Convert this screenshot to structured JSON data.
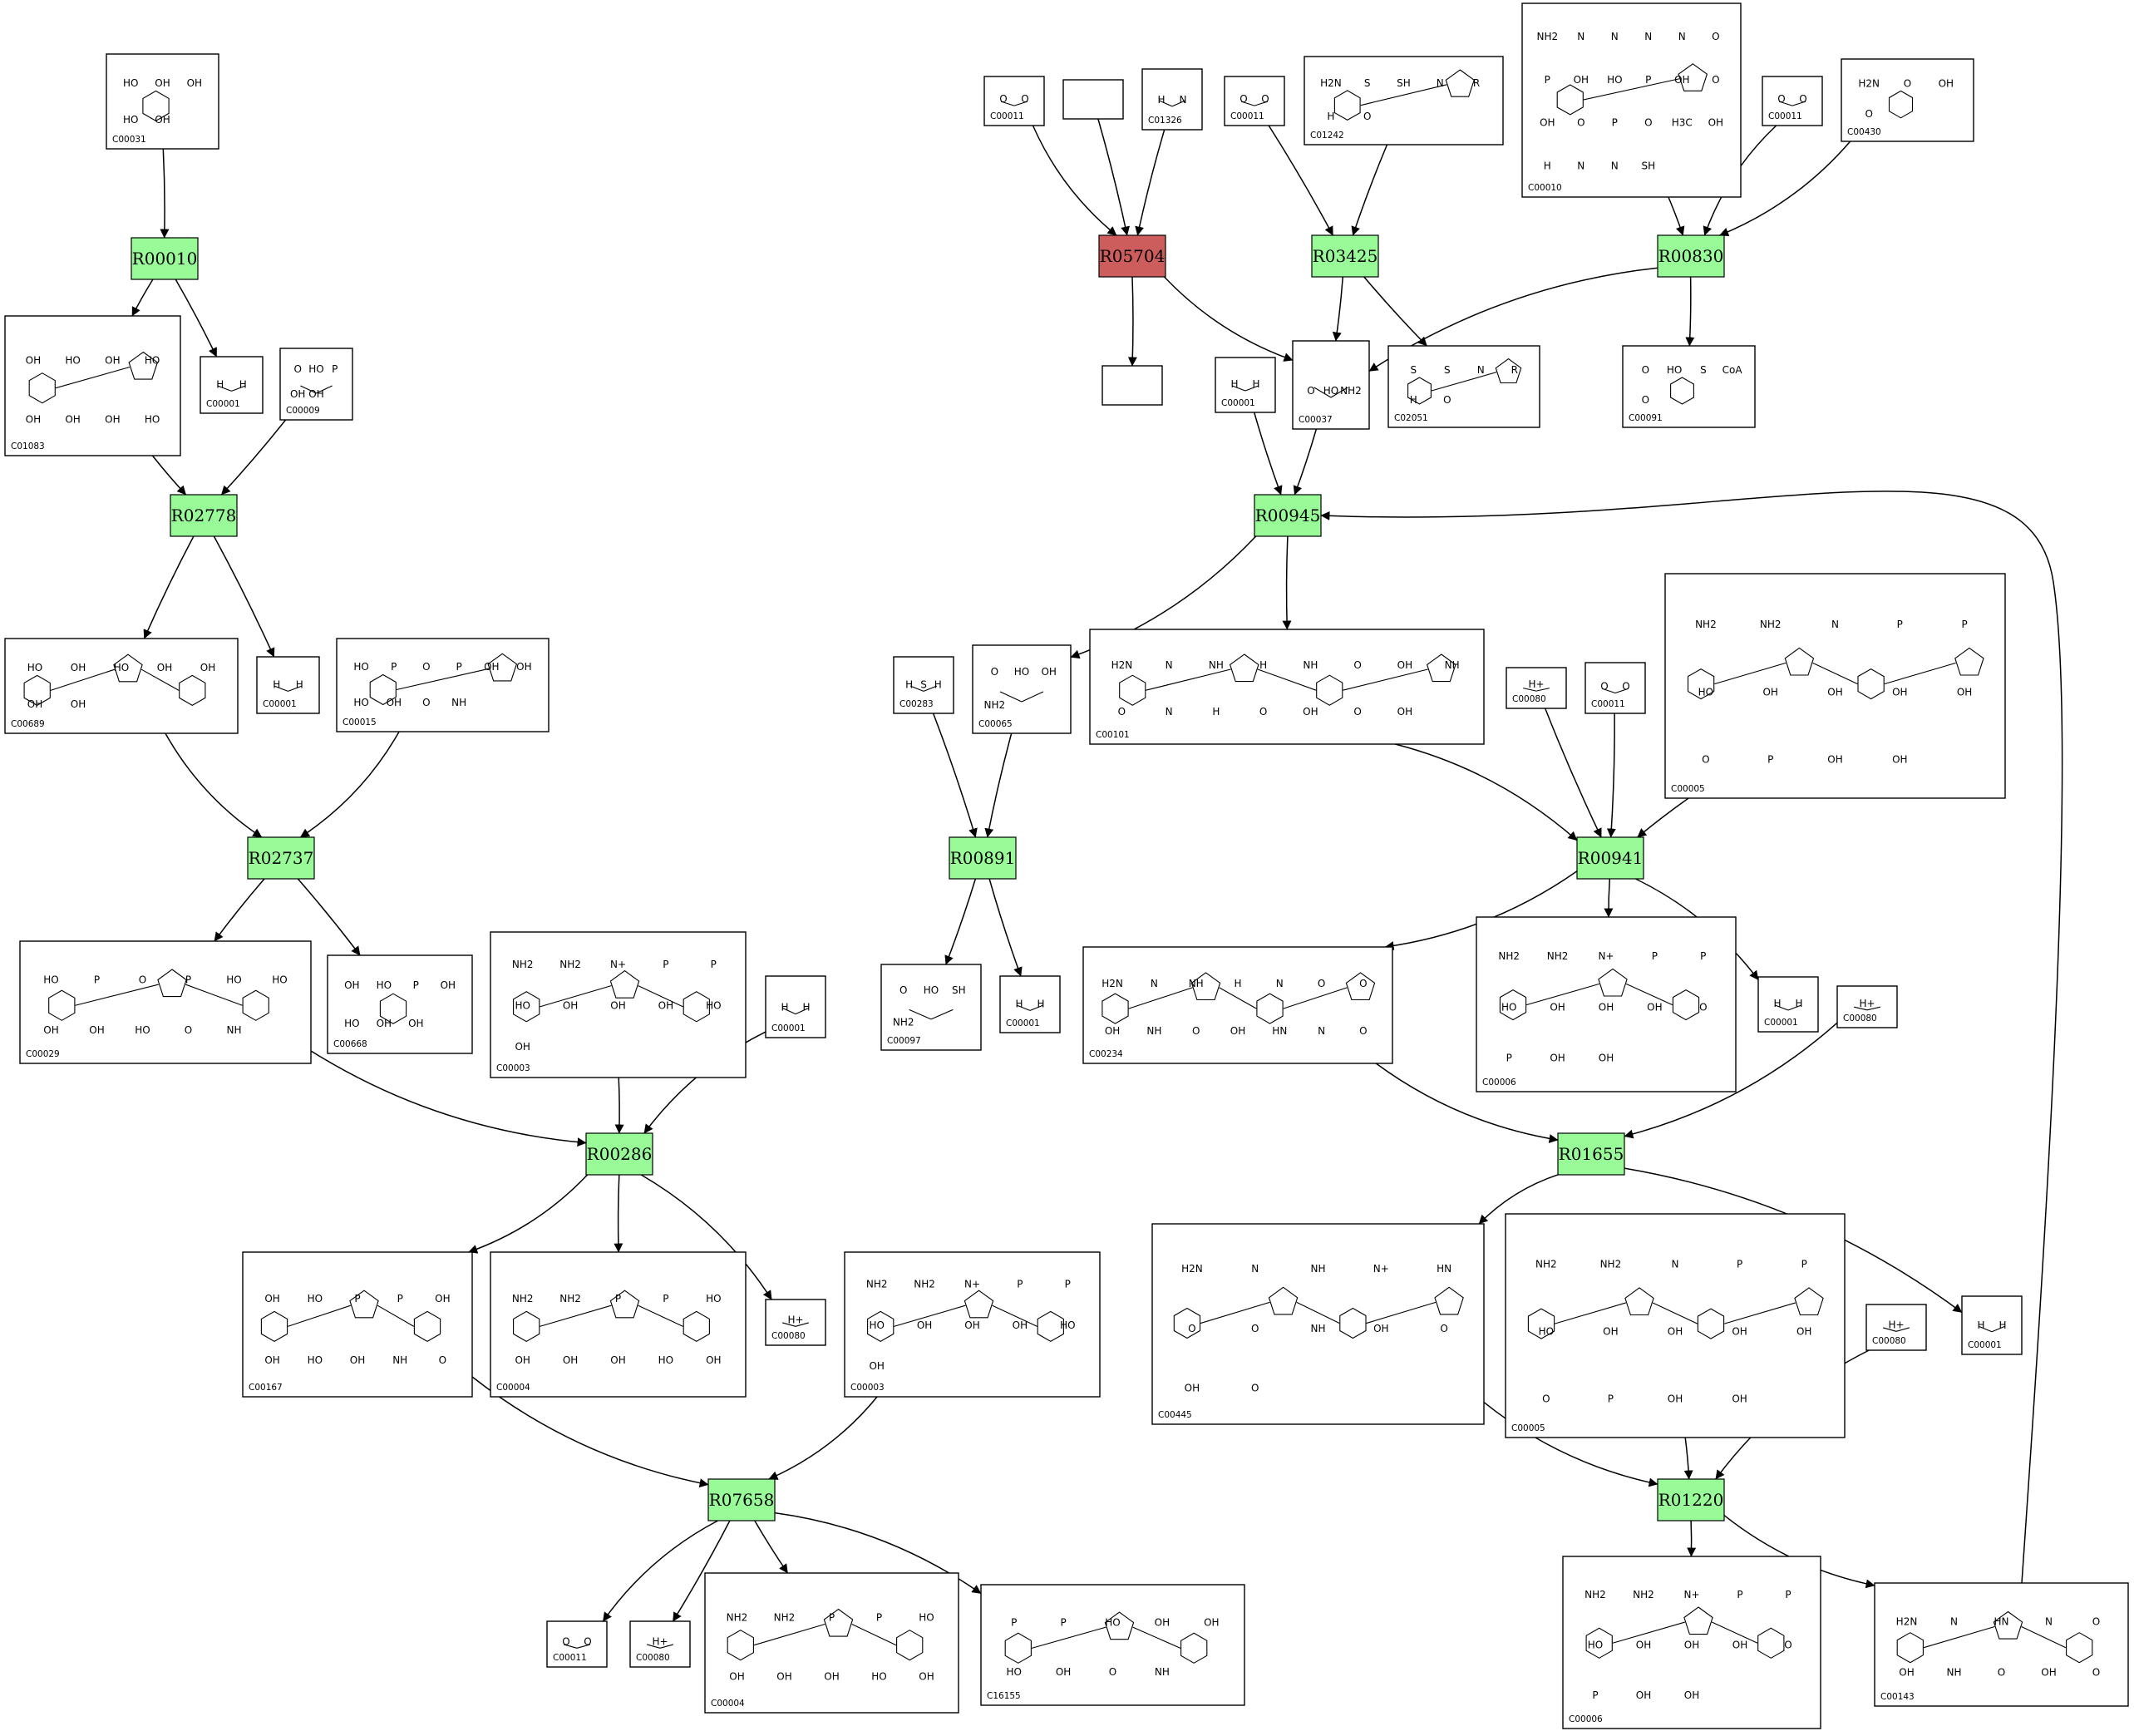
{
  "colors": {
    "reaction_fill": "#98fb98",
    "highlight_fill": "#cd5c5c",
    "edge": "#000000"
  },
  "reactions": [
    {
      "id": "R00010",
      "label": "R00010",
      "highlight": false
    },
    {
      "id": "R02778",
      "label": "R02778",
      "highlight": false
    },
    {
      "id": "R02737",
      "label": "R02737",
      "highlight": false
    },
    {
      "id": "R00286",
      "label": "R00286",
      "highlight": false
    },
    {
      "id": "R07658",
      "label": "R07658",
      "highlight": false
    },
    {
      "id": "R05704",
      "label": "R05704",
      "highlight": true
    },
    {
      "id": "R03425",
      "label": "R03425",
      "highlight": false
    },
    {
      "id": "R00830",
      "label": "R00830",
      "highlight": false
    },
    {
      "id": "R00945",
      "label": "R00945",
      "highlight": false
    },
    {
      "id": "R00891",
      "label": "R00891",
      "highlight": false
    },
    {
      "id": "R00941",
      "label": "R00941",
      "highlight": false
    },
    {
      "id": "R01655",
      "label": "R01655",
      "highlight": false
    },
    {
      "id": "R01220",
      "label": "R01220",
      "highlight": false
    }
  ],
  "compounds": [
    {
      "id": "c_C00031",
      "label": "C00031",
      "frags": [
        "HO",
        "OH",
        "OH",
        "HO",
        "OH"
      ],
      "icon": "glucose-structure"
    },
    {
      "id": "c_C01083",
      "label": "C01083",
      "frags": [
        "OH",
        "HO",
        "OH",
        "HO",
        "OH",
        "OH",
        "OH",
        "HO"
      ],
      "icon": "trehalose-structure"
    },
    {
      "id": "c_C00001a",
      "label": "C00001",
      "frags": [
        "H",
        "H"
      ],
      "icon": "water-structure"
    },
    {
      "id": "c_C00009",
      "label": "C00009",
      "frags": [
        "O",
        "HO",
        "P",
        "OH",
        "OH"
      ],
      "icon": "phosphate-structure"
    },
    {
      "id": "c_C00689",
      "label": "C00689",
      "frags": [
        "HO",
        "OH",
        "HO",
        "OH",
        "OH",
        "OH",
        "OH"
      ],
      "icon": "trehalose-phosphate-structure"
    },
    {
      "id": "c_C00001b",
      "label": "C00001",
      "frags": [
        "H",
        "H"
      ],
      "icon": "water-structure"
    },
    {
      "id": "c_C00015",
      "label": "C00015",
      "frags": [
        "HO",
        "P",
        "O",
        "P",
        "OH",
        "OH",
        "HO",
        "OH",
        "O",
        "NH"
      ],
      "icon": "udp-structure"
    },
    {
      "id": "c_C00029",
      "label": "C00029",
      "frags": [
        "HO",
        "P",
        "O",
        "P",
        "HO",
        "HO",
        "OH",
        "OH",
        "HO",
        "O",
        "NH"
      ],
      "icon": "udp-glucose-structure"
    },
    {
      "id": "c_C00668",
      "label": "C00668",
      "frags": [
        "OH",
        "HO",
        "P",
        "OH",
        "HO",
        "OH",
        "OH"
      ],
      "icon": "glucose-6-phosphate-structure"
    },
    {
      "id": "c_C00003a",
      "label": "C00003",
      "frags": [
        "NH2",
        "NH2",
        "N+",
        "P",
        "P",
        "HO",
        "OH",
        "OH",
        "OH",
        "HO",
        "OH"
      ],
      "icon": "nad-structure"
    },
    {
      "id": "c_C00001c",
      "label": "C00001",
      "frags": [
        "H",
        "H"
      ],
      "icon": "water-structure"
    },
    {
      "id": "c_C00167",
      "label": "C00167",
      "frags": [
        "OH",
        "HO",
        "P",
        "P",
        "OH",
        "OH",
        "HO",
        "OH",
        "NH",
        "O"
      ],
      "icon": "udp-glucuronate-structure"
    },
    {
      "id": "c_C00004a",
      "label": "C00004",
      "frags": [
        "NH2",
        "NH2",
        "P",
        "P",
        "HO",
        "OH",
        "OH",
        "OH",
        "HO",
        "OH"
      ],
      "icon": "nadh-structure"
    },
    {
      "id": "c_C00080a",
      "label": "C00080",
      "frags": [
        "H+"
      ],
      "icon": "proton-structure"
    },
    {
      "id": "c_C00003b",
      "label": "C00003",
      "frags": [
        "NH2",
        "NH2",
        "N+",
        "P",
        "P",
        "HO",
        "OH",
        "OH",
        "OH",
        "HO",
        "OH"
      ],
      "icon": "nad-structure"
    },
    {
      "id": "c_C00011a",
      "label": "C00011",
      "frags": [
        "O",
        "O"
      ],
      "icon": "co2-structure"
    },
    {
      "id": "c_C00080b",
      "label": "C00080",
      "frags": [
        "H+"
      ],
      "icon": "proton-structure"
    },
    {
      "id": "c_C00004b",
      "label": "C00004",
      "frags": [
        "NH2",
        "NH2",
        "P",
        "P",
        "HO",
        "OH",
        "OH",
        "OH",
        "HO",
        "OH"
      ],
      "icon": "nadh-structure"
    },
    {
      "id": "c_C16155",
      "label": "C16155",
      "frags": [
        "P",
        "P",
        "HO",
        "OH",
        "OH",
        "HO",
        "OH",
        "O",
        "NH"
      ],
      "icon": "udp-pentos-structure"
    },
    {
      "id": "c_C00011b",
      "label": "C00011",
      "frags": [
        "O",
        "O"
      ],
      "icon": "co2-structure"
    },
    {
      "id": "c_blank1",
      "label": "",
      "frags": [],
      "icon": "empty-compound"
    },
    {
      "id": "c_C01326",
      "label": "C01326",
      "frags": [
        "H",
        "N"
      ],
      "icon": "hydrogen-cyanide-structure"
    },
    {
      "id": "c_C00011c",
      "label": "C00011",
      "frags": [
        "O",
        "O"
      ],
      "icon": "co2-structure"
    },
    {
      "id": "c_C01242",
      "label": "C01242",
      "frags": [
        "H2N",
        "S",
        "SH",
        "N",
        "R",
        "H",
        "O"
      ],
      "icon": "dihydrolipoylprotein-structure"
    },
    {
      "id": "c_C00010",
      "label": "C00010",
      "frags": [
        "NH2",
        "N",
        "N",
        "N",
        "N",
        "O",
        "P",
        "OH",
        "HO",
        "P",
        "OH",
        "O",
        "OH",
        "O",
        "P",
        "O",
        "H3C",
        "OH",
        "H",
        "N",
        "N",
        "SH"
      ],
      "icon": "coa-structure"
    },
    {
      "id": "c_C00011d",
      "label": "C00011",
      "frags": [
        "O",
        "O"
      ],
      "icon": "co2-structure"
    },
    {
      "id": "c_C00430",
      "label": "C00430",
      "frags": [
        "H2N",
        "O",
        "OH",
        "O"
      ],
      "icon": "aminolevulinate-structure"
    },
    {
      "id": "c_blank2",
      "label": "",
      "frags": [],
      "icon": "empty-compound"
    },
    {
      "id": "c_C00001d",
      "label": "C00001",
      "frags": [
        "H",
        "H"
      ],
      "icon": "water-structure"
    },
    {
      "id": "c_C00037",
      "label": "C00037",
      "frags": [
        "O",
        "HO",
        "NH2"
      ],
      "icon": "glycine-structure"
    },
    {
      "id": "c_C02051",
      "label": "C02051",
      "frags": [
        "S",
        "S",
        "N",
        "R",
        "H",
        "O"
      ],
      "icon": "lipoylprotein-structure"
    },
    {
      "id": "c_C00091",
      "label": "C00091",
      "frags": [
        "O",
        "HO",
        "S",
        "CoA",
        "O"
      ],
      "icon": "succinyl-coa-structure"
    },
    {
      "id": "c_C00283",
      "label": "C00283",
      "frags": [
        "H",
        "S",
        "H"
      ],
      "icon": "hydrogen-sulfide-structure"
    },
    {
      "id": "c_C00065",
      "label": "C00065",
      "frags": [
        "O",
        "HO",
        "OH",
        "NH2"
      ],
      "icon": "serine-structure"
    },
    {
      "id": "c_C00101",
      "label": "C00101",
      "frags": [
        "H2N",
        "N",
        "NH",
        "H",
        "NH",
        "O",
        "OH",
        "NH",
        "O",
        "N",
        "H",
        "O",
        "OH",
        "O",
        "OH"
      ],
      "icon": "tetrahydrofolate-structure"
    },
    {
      "id": "c_C00080c",
      "label": "C00080",
      "frags": [
        "H+"
      ],
      "icon": "proton-structure"
    },
    {
      "id": "c_C00011e",
      "label": "C00011",
      "frags": [
        "O",
        "O"
      ],
      "icon": "co2-structure"
    },
    {
      "id": "c_C00005a",
      "label": "C00005",
      "frags": [
        "NH2",
        "NH2",
        "N",
        "P",
        "P",
        "HO",
        "OH",
        "OH",
        "OH",
        "OH",
        "O",
        "P",
        "OH",
        "OH"
      ],
      "icon": "nadph-structure"
    },
    {
      "id": "c_C00097",
      "label": "C00097",
      "frags": [
        "O",
        "HO",
        "SH",
        "NH2"
      ],
      "icon": "cysteine-structure"
    },
    {
      "id": "c_C00001e",
      "label": "C00001",
      "frags": [
        "H",
        "H"
      ],
      "icon": "water-structure"
    },
    {
      "id": "c_C00234",
      "label": "C00234",
      "frags": [
        "H2N",
        "N",
        "NH",
        "H",
        "N",
        "O",
        "O",
        "OH",
        "NH",
        "O",
        "OH",
        "HN",
        "N",
        "O"
      ],
      "icon": "formyl-thf-structure"
    },
    {
      "id": "c_C00006a",
      "label": "C00006",
      "frags": [
        "NH2",
        "NH2",
        "N+",
        "P",
        "P",
        "HO",
        "OH",
        "OH",
        "OH",
        "O",
        "P",
        "OH",
        "OH"
      ],
      "icon": "nadp-structure"
    },
    {
      "id": "c_C00001f",
      "label": "C00001",
      "frags": [
        "H",
        "H"
      ],
      "icon": "water-structure"
    },
    {
      "id": "c_C00080d",
      "label": "C00080",
      "frags": [
        "H+"
      ],
      "icon": "proton-structure"
    },
    {
      "id": "c_C00445",
      "label": "C00445",
      "frags": [
        "H2N",
        "N",
        "NH",
        "N+",
        "HN",
        "O",
        "O",
        "NH",
        "OH",
        "O",
        "OH",
        "O"
      ],
      "icon": "methenyl-thf-structure"
    },
    {
      "id": "c_C00005b",
      "label": "C00005",
      "frags": [
        "NH2",
        "NH2",
        "N",
        "P",
        "P",
        "HO",
        "OH",
        "OH",
        "OH",
        "OH",
        "O",
        "P",
        "OH",
        "OH"
      ],
      "icon": "nadph-structure"
    },
    {
      "id": "c_C00080e",
      "label": "C00080",
      "frags": [
        "H+"
      ],
      "icon": "proton-structure"
    },
    {
      "id": "c_C00001g",
      "label": "C00001",
      "frags": [
        "H",
        "H"
      ],
      "icon": "water-structure"
    },
    {
      "id": "c_C00006b",
      "label": "C00006",
      "frags": [
        "NH2",
        "NH2",
        "N+",
        "P",
        "P",
        "HO",
        "OH",
        "OH",
        "OH",
        "O",
        "P",
        "OH",
        "OH"
      ],
      "icon": "nadp-structure"
    },
    {
      "id": "c_C00143",
      "label": "C00143",
      "frags": [
        "H2N",
        "N",
        "HN",
        "N",
        "O",
        "OH",
        "NH",
        "O",
        "OH",
        "O"
      ],
      "icon": "methylene-thf-structure"
    }
  ],
  "edges": [
    [
      "c_C00031",
      "R00010"
    ],
    [
      "R00010",
      "c_C01083"
    ],
    [
      "R00010",
      "c_C00001a"
    ],
    [
      "c_C01083",
      "R02778"
    ],
    [
      "c_C00009",
      "R02778"
    ],
    [
      "R02778",
      "c_C00689"
    ],
    [
      "R02778",
      "c_C00001b"
    ],
    [
      "c_C00689",
      "R02737"
    ],
    [
      "c_C00015",
      "R02737"
    ],
    [
      "R02737",
      "c_C00029"
    ],
    [
      "R02737",
      "c_C00668"
    ],
    [
      "c_C00029",
      "R00286"
    ],
    [
      "c_C00003a",
      "R00286"
    ],
    [
      "c_C00001c",
      "R00286"
    ],
    [
      "R00286",
      "c_C00167"
    ],
    [
      "R00286",
      "c_C00004a"
    ],
    [
      "R00286",
      "c_C00080a"
    ],
    [
      "c_C00167",
      "R07658"
    ],
    [
      "c_C00003b",
      "R07658"
    ],
    [
      "R07658",
      "c_C00011a"
    ],
    [
      "R07658",
      "c_C00080b"
    ],
    [
      "R07658",
      "c_C00004b"
    ],
    [
      "R07658",
      "c_C16155"
    ],
    [
      "c_C00011b",
      "R05704"
    ],
    [
      "c_blank1",
      "R05704"
    ],
    [
      "c_C01326",
      "R05704"
    ],
    [
      "R05704",
      "c_blank2"
    ],
    [
      "R05704",
      "c_C00037"
    ],
    [
      "c_C00011c",
      "R03425"
    ],
    [
      "c_C01242",
      "R03425"
    ],
    [
      "R03425",
      "c_C00037"
    ],
    [
      "R03425",
      "c_C02051"
    ],
    [
      "c_C00010",
      "R00830"
    ],
    [
      "c_C00011d",
      "R00830"
    ],
    [
      "c_C00430",
      "R00830"
    ],
    [
      "R00830",
      "c_C00037"
    ],
    [
      "R00830",
      "c_C00091"
    ],
    [
      "c_C00001d",
      "R00945"
    ],
    [
      "c_C00037",
      "R00945"
    ],
    [
      "c_C00143",
      "R00945"
    ],
    [
      "R00945",
      "c_C00065"
    ],
    [
      "R00945",
      "c_C00101"
    ],
    [
      "c_C00283",
      "R00891"
    ],
    [
      "c_C00065",
      "R00891"
    ],
    [
      "R00891",
      "c_C00097"
    ],
    [
      "R00891",
      "c_C00001e"
    ],
    [
      "c_C00101",
      "R00941"
    ],
    [
      "c_C00080c",
      "R00941"
    ],
    [
      "c_C00011e",
      "R00941"
    ],
    [
      "c_C00005a",
      "R00941"
    ],
    [
      "R00941",
      "c_C00234"
    ],
    [
      "R00941",
      "c_C00006a"
    ],
    [
      "R00941",
      "c_C00001f"
    ],
    [
      "c_C00234",
      "R01655"
    ],
    [
      "c_C00080d",
      "R01655"
    ],
    [
      "R01655",
      "c_C00445"
    ],
    [
      "R01655",
      "c_C00001g"
    ],
    [
      "c_C00445",
      "R01220"
    ],
    [
      "c_C00005b",
      "R01220"
    ],
    [
      "c_C00080e",
      "R01220"
    ],
    [
      "R01220",
      "c_C00006b"
    ],
    [
      "R01220",
      "c_C00143"
    ]
  ]
}
